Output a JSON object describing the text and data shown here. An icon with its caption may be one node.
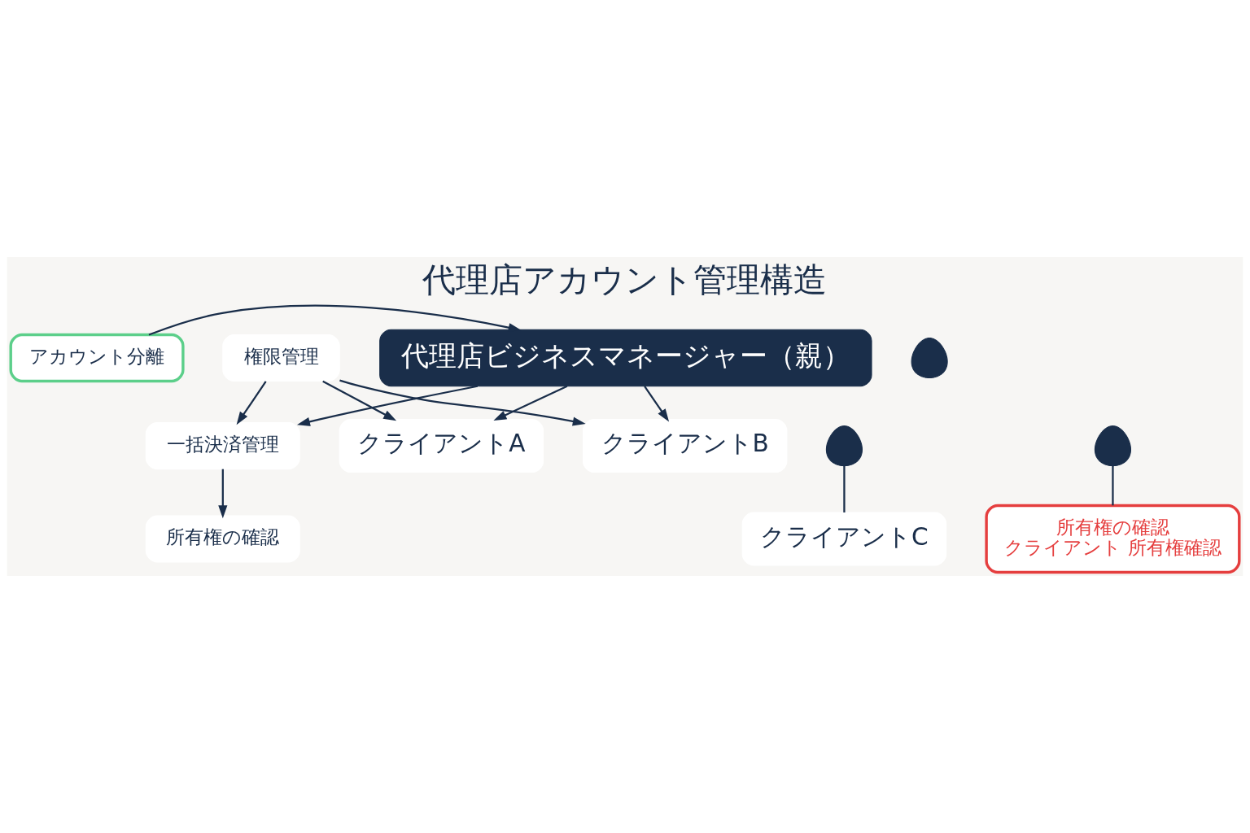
{
  "diagram": {
    "title": "代理店アカウント管理構造",
    "nodes": [
      {
        "text": [
          "アカウント分離"
        ]
      },
      {
        "text": [
          "代理店ビジネスマネージャー（親）"
        ]
      },
      {
        "text": [
          "権限管理"
        ]
      },
      {
        "text": [
          "一括決済管理"
        ]
      },
      {
        "text": [
          "クライアントA"
        ]
      },
      {
        "text": [],
        "shape": "person"
      },
      {
        "text": [
          "クライアントB"
        ]
      },
      {
        "text": [],
        "shape": "person"
      },
      {
        "text": [
          "所有権の確認"
        ]
      },
      {
        "text": [
          "クライアントC"
        ]
      },
      {
        "text": [],
        "shape": "person"
      },
      {
        "text": [
          "所有権の確認",
          "クライアント 所有権確認"
        ]
      }
    ],
    "edges": [
      {
        "from": 0,
        "to": 1,
        "arrow": "to"
      },
      {
        "from": 1,
        "to": 3,
        "arrow": "to"
      },
      {
        "from": 1,
        "to": 4,
        "arrow": "to"
      },
      {
        "from": 1,
        "to": 6,
        "arrow": "to"
      },
      {
        "from": 2,
        "to": 3,
        "arrow": "to"
      },
      {
        "from": 2,
        "to": 4,
        "arrow": "to"
      },
      {
        "from": 2,
        "to": 6,
        "arrow": "to"
      },
      {
        "from": 3,
        "to": 8,
        "arrow": "to"
      },
      {
        "from": 5,
        "to": 9,
        "arrow": "none"
      },
      {
        "from": 7,
        "to": 11,
        "arrow": "none"
      }
    ]
  }
}
